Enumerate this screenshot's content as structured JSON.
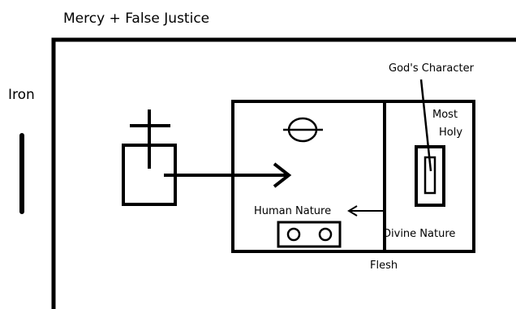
{
  "colors": {
    "ink": "#000000",
    "paper": "#ffffff"
  },
  "labels": {
    "top": "Mercy + False Justice",
    "left": "Iron",
    "gods_character": "God's Character",
    "most": "Most",
    "holy": "Holy",
    "human_nature": "Human Nature",
    "divine_nature": "Divine Nature",
    "flesh": "Flesh"
  }
}
